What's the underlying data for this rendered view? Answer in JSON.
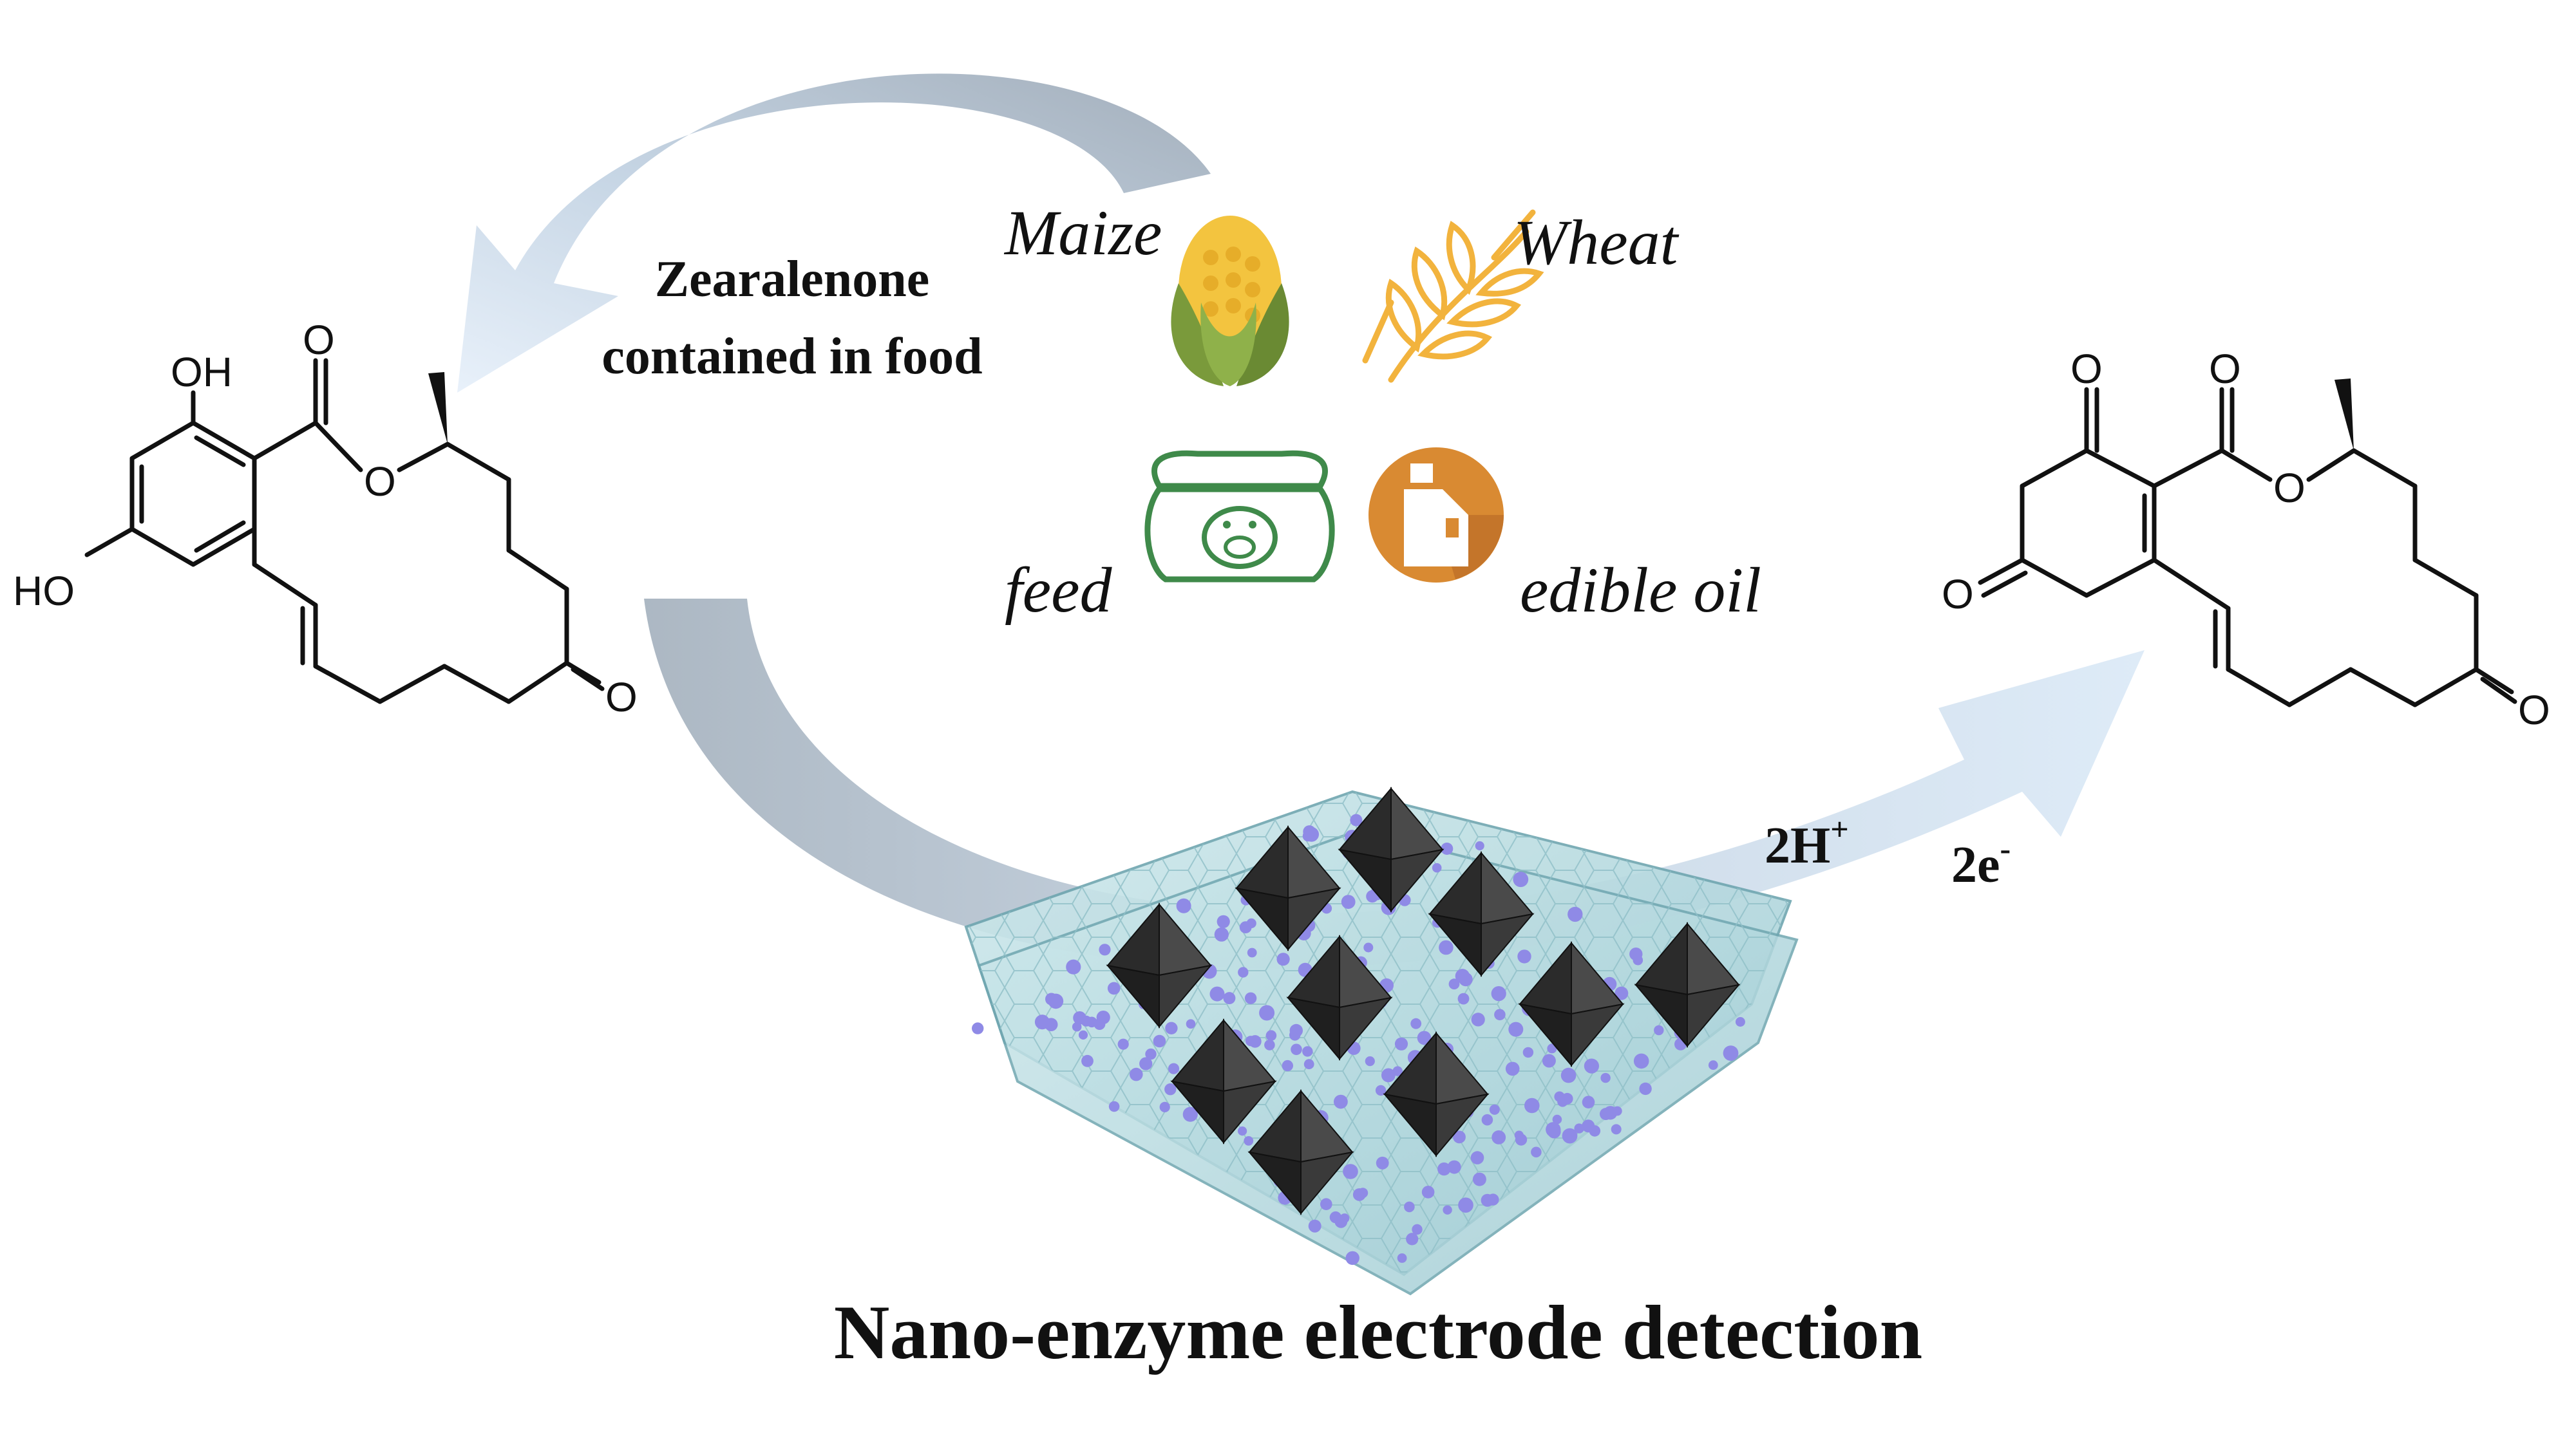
{
  "title": "Nano-enzyme electrode detection",
  "source_caption": [
    "Zearalenone",
    "contained in food"
  ],
  "foods": [
    {
      "label": "Maize",
      "icon": "maize-icon"
    },
    {
      "label": "Wheat",
      "icon": "wheat-icon"
    },
    {
      "label": "feed",
      "icon": "feed-sack-icon"
    },
    {
      "label": "edible oil",
      "icon": "oil-bottle-icon"
    }
  ],
  "reaction": {
    "protons": {
      "base": "2H",
      "sup": "+"
    },
    "electrons": {
      "base": "2e",
      "sup": "-"
    }
  },
  "molecule_left": {
    "atoms": {
      "oh_top": "OH",
      "oh_left": "HO",
      "o_ring": "O",
      "o_carbonyl": "O",
      "o_ketone": "O"
    }
  },
  "molecule_right": {
    "atoms": {
      "o_top1": "O",
      "o_top2": "O",
      "o_ring": "O",
      "o_left": "O",
      "o_ketone": "O"
    }
  },
  "colors": {
    "arrow_gray": "#a4b0bd",
    "arrow_blue": "#d6e5f4",
    "sheet": "#b9dde3",
    "sheet_edge": "#6fa6b0",
    "particle": "#8f8ae6",
    "octahedron_dark": "#2b2b2b",
    "maize": "#f3c43f",
    "husk": "#6f8f3a",
    "wheat": "#f2b33d",
    "feed_green": "#3f8a4a",
    "oil_bg": "#d98a32"
  }
}
